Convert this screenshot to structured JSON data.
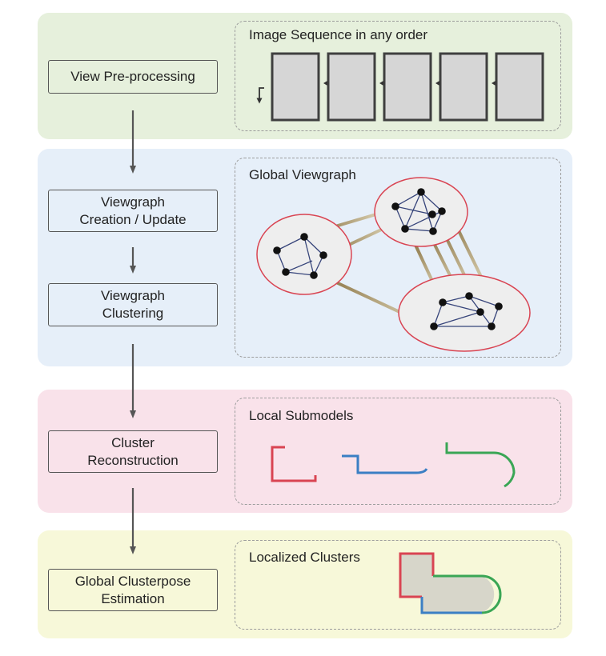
{
  "pipeline": {
    "steps": [
      {
        "lines": [
          "View Pre-processing"
        ]
      },
      {
        "lines": [
          "Viewgraph",
          "Creation / Update"
        ]
      },
      {
        "lines": [
          "Viewgraph",
          "Clustering"
        ]
      },
      {
        "lines": [
          "Cluster",
          "Reconstruction"
        ]
      },
      {
        "lines": [
          "Global Clusterpose",
          "Estimation"
        ]
      }
    ]
  },
  "panels": {
    "image_sequence": {
      "title": "Image Sequence in any order"
    },
    "global_viewgraph": {
      "title": "Global Viewgraph"
    },
    "local_submodels": {
      "title": "Local Submodels"
    },
    "localized_clusters": {
      "title": "Localized Clusters"
    }
  },
  "colors": {
    "band_green": "#e6f0dc",
    "band_blue": "#e6eff9",
    "band_pink": "#f9e2ea",
    "band_yellow": "#f7f8d9",
    "cluster_red": "#d94452",
    "cluster_blue": "#3b7fc4",
    "cluster_green": "#3aa655",
    "viewgraph_edge": "#36447a",
    "inter_cluster_edge": "#a08c63"
  }
}
